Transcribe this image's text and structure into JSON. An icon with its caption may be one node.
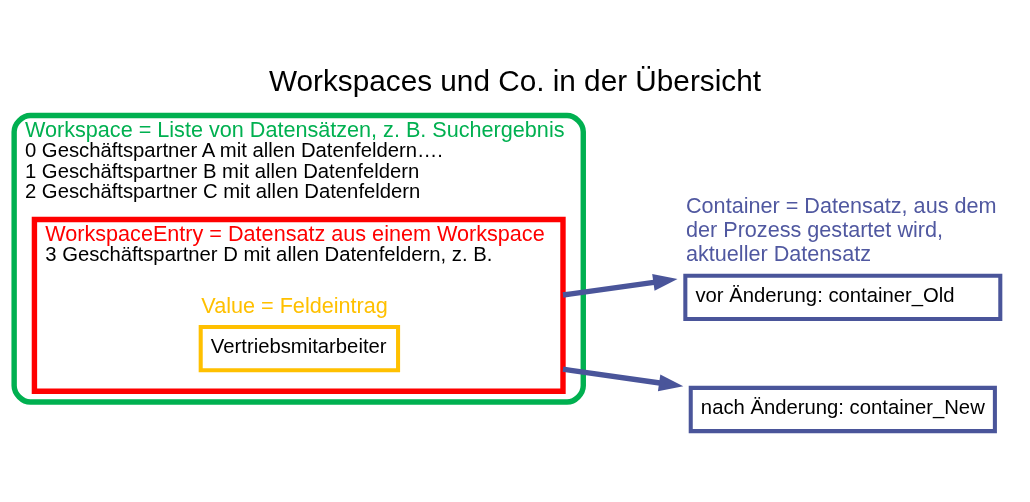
{
  "diagram": {
    "title": "Workspaces und Co. in der Übersicht",
    "nodes": [
      {
        "text": [
          "Workspace = Liste von Datensätzen, z. B. Suchergebnis",
          "0 Geschäftspartner A mit allen Datenfeldern….",
          "1 Geschäftspartner B mit allen Datenfeldern",
          "2 Geschäftspartner C mit allen Datenfeldern"
        ]
      },
      {
        "text": [
          "WorkspaceEntry = Datensatz aus einem Workspace",
          "3 Geschäftspartner D mit allen Datenfeldern, z. B."
        ],
        "in": 0
      },
      {
        "text": [
          "Value = Feldeintrag",
          "Vertriebsmitarbeiter"
        ],
        "in": 1
      },
      {
        "text": [
          "Container = Datensatz, aus dem der Prozess gestartet wird, aktueller Datensatz",
          "vor Änderung: container_Old"
        ]
      },
      {
        "text": [
          "nach Änderung: container_New"
        ]
      }
    ],
    "edges": [
      {
        "from": 1,
        "to": 3,
        "arrow": "to"
      },
      {
        "from": 1,
        "to": 4,
        "arrow": "to"
      }
    ]
  }
}
